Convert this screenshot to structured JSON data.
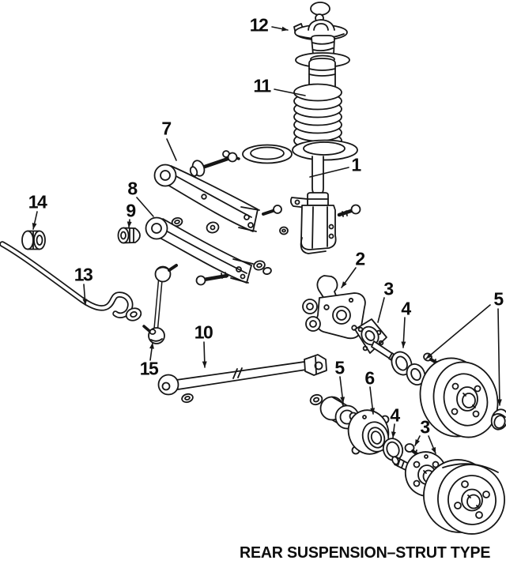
{
  "diagram": {
    "caption": "REAR SUSPENSION–STRUT TYPE",
    "callouts": {
      "c1": {
        "label": "1"
      },
      "c2": {
        "label": "2"
      },
      "c3a": {
        "label": "3"
      },
      "c3b": {
        "label": "3"
      },
      "c4a": {
        "label": "4"
      },
      "c4b": {
        "label": "4"
      },
      "c5a": {
        "label": "5"
      },
      "c5b": {
        "label": "5"
      },
      "c6": {
        "label": "6"
      },
      "c7": {
        "label": "7"
      },
      "c8": {
        "label": "8"
      },
      "c9": {
        "label": "9"
      },
      "c10": {
        "label": "10"
      },
      "c11": {
        "label": "11"
      },
      "c12": {
        "label": "12"
      },
      "c13": {
        "label": "13"
      },
      "c14": {
        "label": "14"
      },
      "c15": {
        "label": "15"
      }
    }
  }
}
